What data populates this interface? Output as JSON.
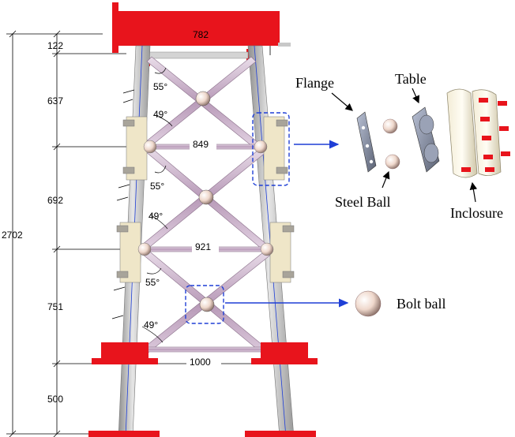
{
  "dimensions": {
    "top_width": "782",
    "mid_width_upper": "849",
    "mid_width_lower": "921",
    "base_width": "1000",
    "cap_height": "122",
    "bay1": "637",
    "bay2": "692",
    "bay3": "751",
    "foot": "500",
    "total_height": "2702"
  },
  "angles": {
    "a1": "55°",
    "a2": "49°",
    "a3": "55°",
    "a4": "49°",
    "a5": "55°",
    "a6": "49°"
  },
  "labels": {
    "flange": "Flange",
    "table": "Table",
    "steel_ball": "Steel Ball",
    "inclosure": "Inclosure",
    "bolt_ball": "Bolt ball"
  },
  "colors": {
    "steel_red": "#e8141c",
    "leg_gray": "#c9c9c9",
    "brace_lilac": "#c8b4c8",
    "highlight_blue": "#1f3fd6",
    "pad_tan": "#efe6c8"
  }
}
